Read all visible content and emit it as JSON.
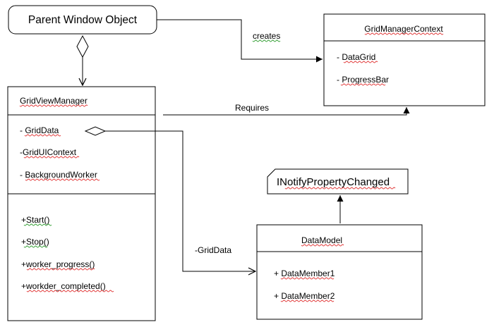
{
  "parent_window": {
    "title": "Parent Window Object"
  },
  "grid_manager_context": {
    "name": "GridManagerContext",
    "attributes": [
      "- DataGrid",
      "- ProgressBar"
    ]
  },
  "grid_view_manager": {
    "name": "GridViewManager",
    "attributes": [
      "- GridData",
      "-GridUIContext",
      "- BackgroundWorker"
    ],
    "methods": [
      "+Start()",
      "+Stop()",
      "+worker_progress()",
      "+workder_completed()"
    ]
  },
  "inotify": {
    "name": "INotifyPropertyChanged"
  },
  "data_model": {
    "name": "DataModel",
    "attributes": [
      "+ DataMember1",
      "+ DataMember2"
    ]
  },
  "edges": {
    "creates": "creates",
    "requires": "Requires",
    "grid_data": "-GridData"
  }
}
